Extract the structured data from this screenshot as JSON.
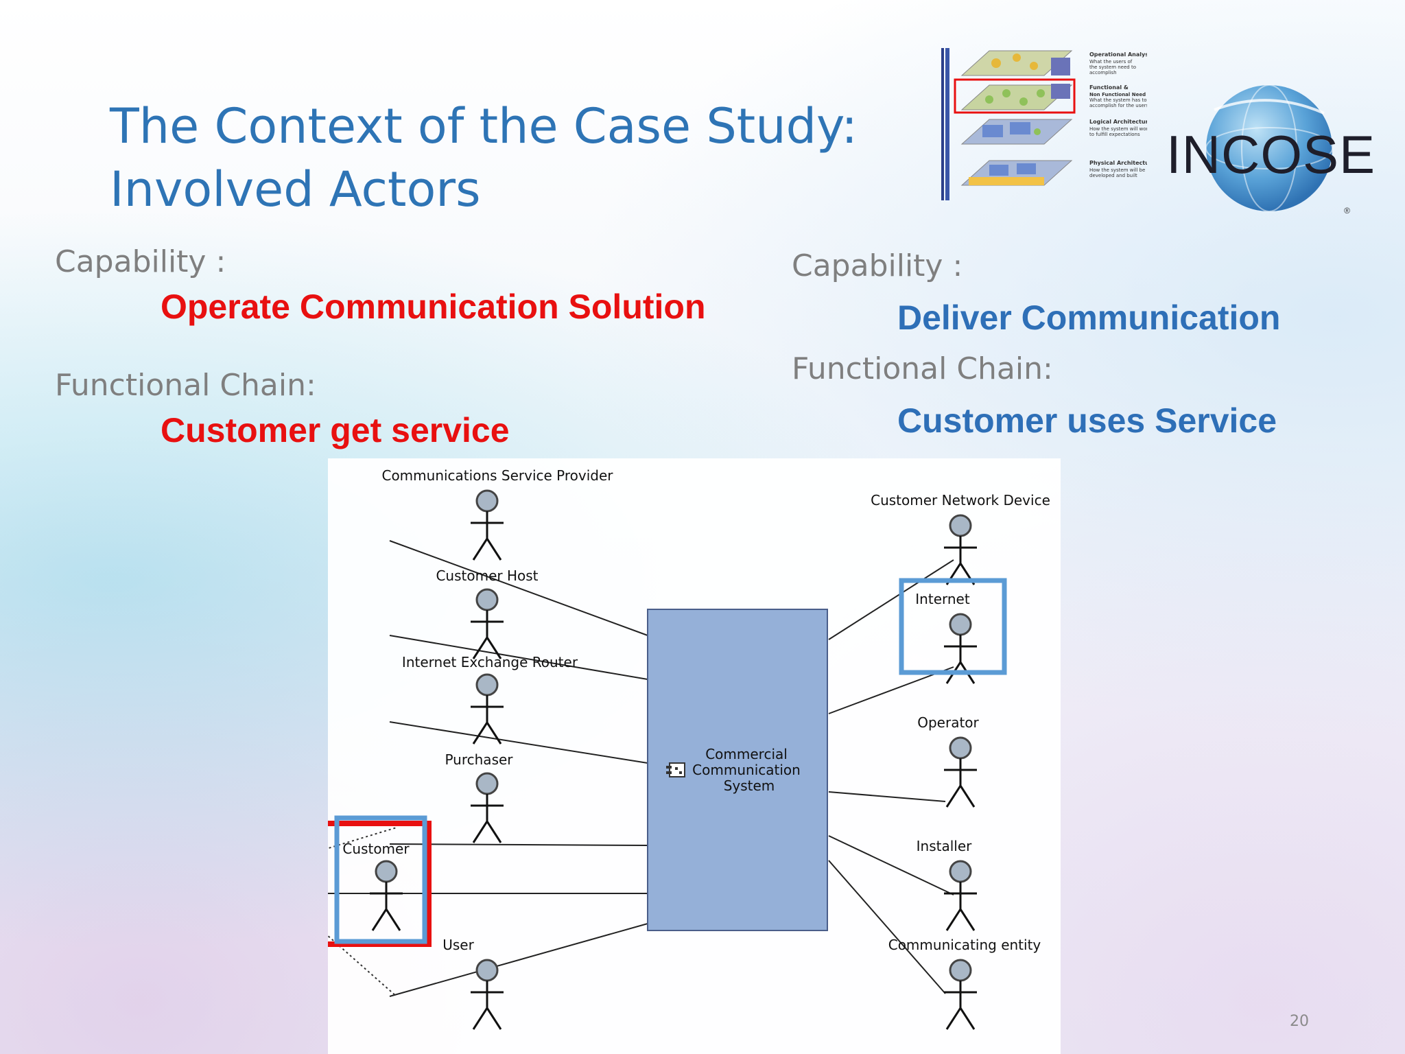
{
  "slide": {
    "title_line1": "The Context of the Case Study:",
    "title_line2": "Involved Actors",
    "page_number": "20"
  },
  "left_block": {
    "capability_label": "Capability :",
    "capability_value": "Operate Communication Solution",
    "chain_label": "Functional Chain:",
    "chain_value": "Customer get service"
  },
  "right_block": {
    "capability_label": "Capability :",
    "capability_value": "Deliver Communication",
    "chain_label": "Functional Chain:",
    "chain_value": "Customer uses Service"
  },
  "logo": {
    "text": "INCOSE",
    "registered": "®"
  },
  "layers_figure": {
    "captions": [
      {
        "heading": "Operational Analysis",
        "sub1": "What the users of",
        "sub2": "the system need to",
        "sub3": "accomplish"
      },
      {
        "heading": "Functional &",
        "sub1": "Non Functional Need",
        "sub2": "What the system has to",
        "sub3": "accomplish for the users"
      },
      {
        "heading": "Logical Architecture",
        "sub1": "How the system will work",
        "sub2": "to fulfill expectations",
        "sub3": ""
      },
      {
        "heading": "Physical Architecture",
        "sub1": "How the system will be",
        "sub2": "developed and built",
        "sub3": ""
      }
    ]
  },
  "diagram": {
    "system_line1": "Commercial",
    "system_line2": "Communication",
    "system_line3": "System",
    "left_actors": {
      "csp": "Communications Service Provider",
      "host": "Customer Host",
      "router": "Internet Exchange Router",
      "purchaser": "Purchaser",
      "customer": "Customer",
      "user": "User"
    },
    "right_actors": {
      "cnd": "Customer Network Device",
      "internet": "Internet",
      "operator": "Operator",
      "installer": "Installer",
      "entity": "Communicating entity"
    },
    "colors": {
      "system_fill": "#95b0d8",
      "highlight_red": "#e81010",
      "highlight_blue": "#5b9bd5",
      "actor_head": "#a9b7c6"
    }
  }
}
